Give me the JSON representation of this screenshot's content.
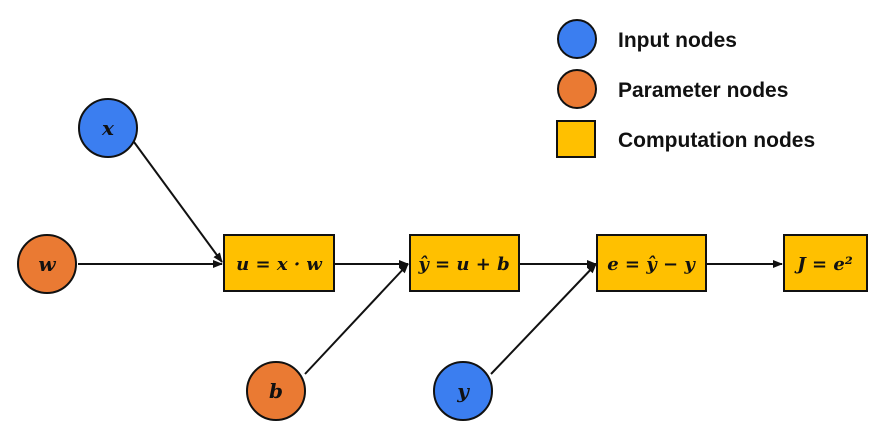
{
  "colors": {
    "input": "#3b7ef0",
    "parameter": "#ea7a33",
    "computation": "#ffc000",
    "edge": "#111111"
  },
  "legend": {
    "input_label": "Input nodes",
    "parameter_label": "Parameter nodes",
    "computation_label": "Computation nodes"
  },
  "nodes": {
    "x": "x",
    "w": "w",
    "b": "b",
    "y": "y"
  },
  "computations": {
    "u": "u = x · w",
    "yhat": "ŷ = u + b",
    "e": "e = ŷ − y",
    "j": "J = e²"
  }
}
